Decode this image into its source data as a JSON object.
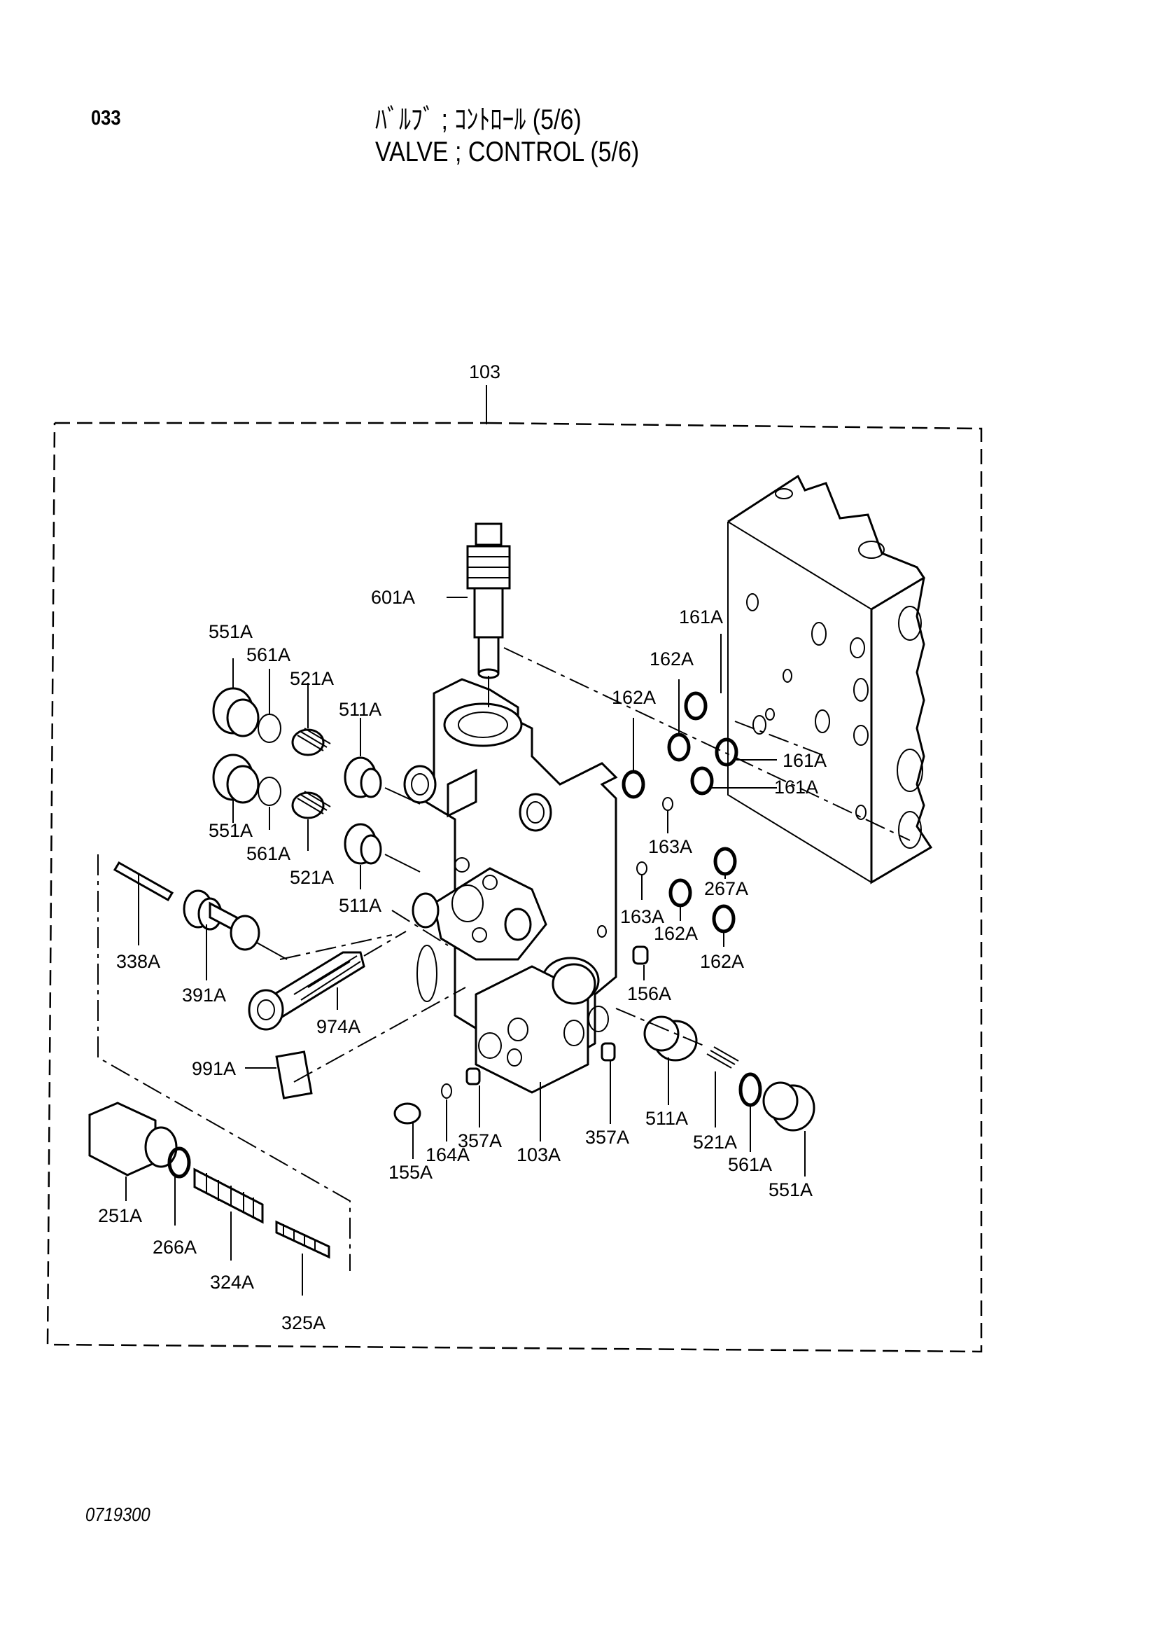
{
  "header": {
    "page_number": "033",
    "title_jp": "ﾊﾞﾙﾌﾞ ; ｺﾝﾄﾛｰﾙ (5/6)",
    "title_en": "VALVE ; CONTROL (5/6)"
  },
  "footer": {
    "drawing_number": "0719300"
  },
  "part_labels": {
    "p103": "103",
    "p601A": "601A",
    "p551A_top": "551A",
    "p561A_top": "561A",
    "p521A_top": "521A",
    "p511A_top": "511A",
    "p551A_mid": "551A",
    "p561A_mid": "561A",
    "p521A_mid": "521A",
    "p511A_mid": "511A",
    "p161A_top": "161A",
    "p162A_a": "162A",
    "p162A_b": "162A",
    "p161A_mid": "161A",
    "p161A_low": "161A",
    "p163A_a": "163A",
    "p163A_b": "163A",
    "p267A": "267A",
    "p162A_c": "162A",
    "p162A_d": "162A",
    "p156A": "156A",
    "p338A": "338A",
    "p391A": "391A",
    "p974A": "974A",
    "p991A": "991A",
    "p155A": "155A",
    "p164A": "164A",
    "p357A_a": "357A",
    "p103A": "103A",
    "p357A_b": "357A",
    "p511A_low": "511A",
    "p521A_low": "521A",
    "p561A_low": "561A",
    "p551A_low": "551A",
    "p251A": "251A",
    "p266A": "266A",
    "p324A": "324A",
    "p325A": "325A"
  }
}
